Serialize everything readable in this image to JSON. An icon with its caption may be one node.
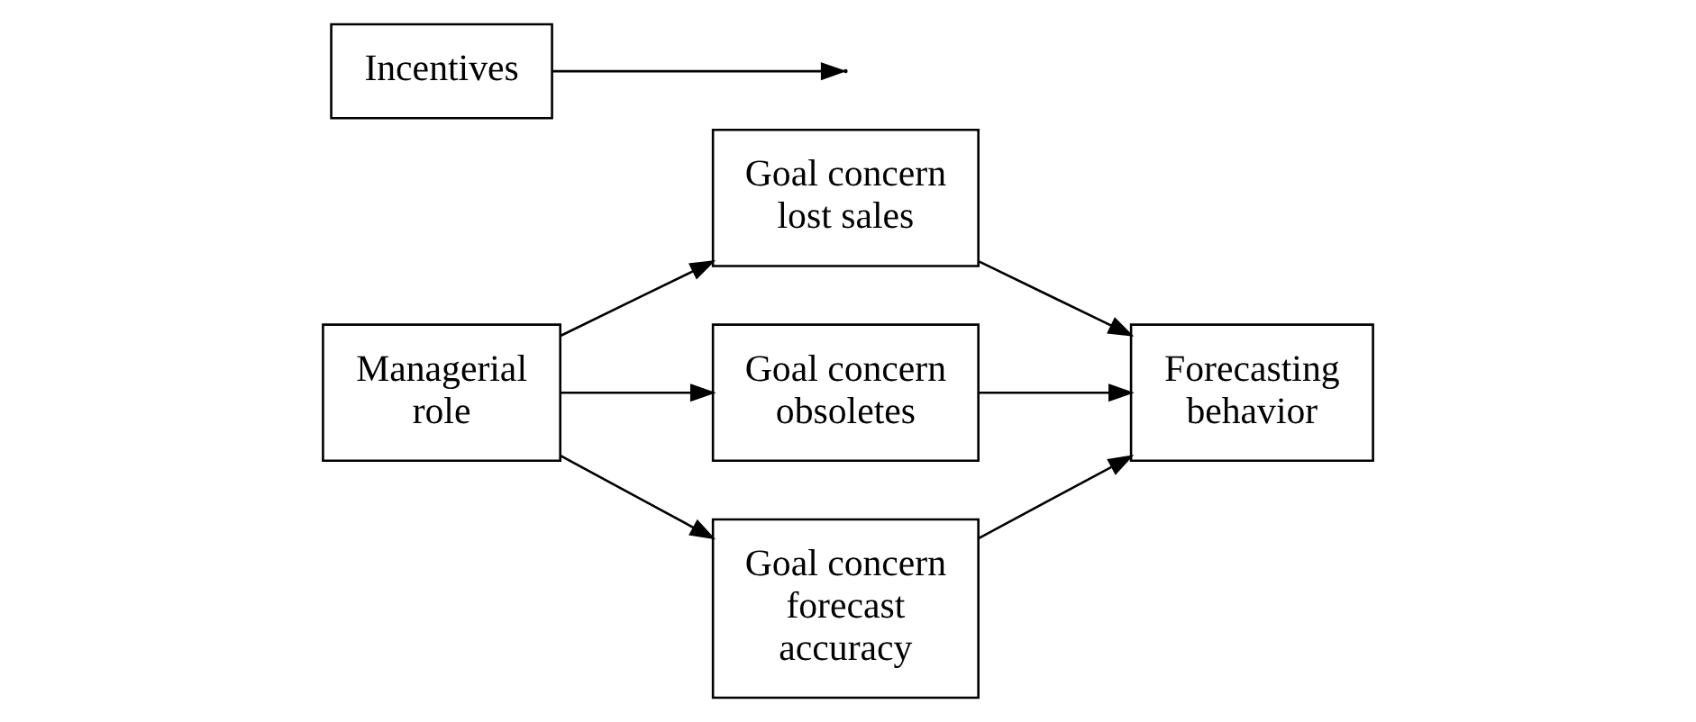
{
  "diagram": {
    "nodes": [
      {
        "text": [
          "Managerial role"
        ]
      },
      {
        "text": [
          "Incentives"
        ]
      },
      {
        "text": [
          "Goal concern lost sales"
        ]
      },
      {
        "text": [
          "Goal concern obsoletes"
        ]
      },
      {
        "text": [
          "Goal concern forecast accuracy"
        ]
      },
      {
        "text": [
          "Forecasting behavior"
        ]
      }
    ],
    "edges": [
      {
        "from": 1,
        "to": null,
        "arrow": "to"
      },
      {
        "from": 0,
        "to": 2,
        "arrow": "to"
      },
      {
        "from": 0,
        "to": 3,
        "arrow": "to"
      },
      {
        "from": 0,
        "to": 4,
        "arrow": "to"
      },
      {
        "from": 2,
        "to": 5,
        "arrow": "to"
      },
      {
        "from": 3,
        "to": 5,
        "arrow": "to"
      },
      {
        "from": 4,
        "to": 5,
        "arrow": "to"
      }
    ]
  }
}
